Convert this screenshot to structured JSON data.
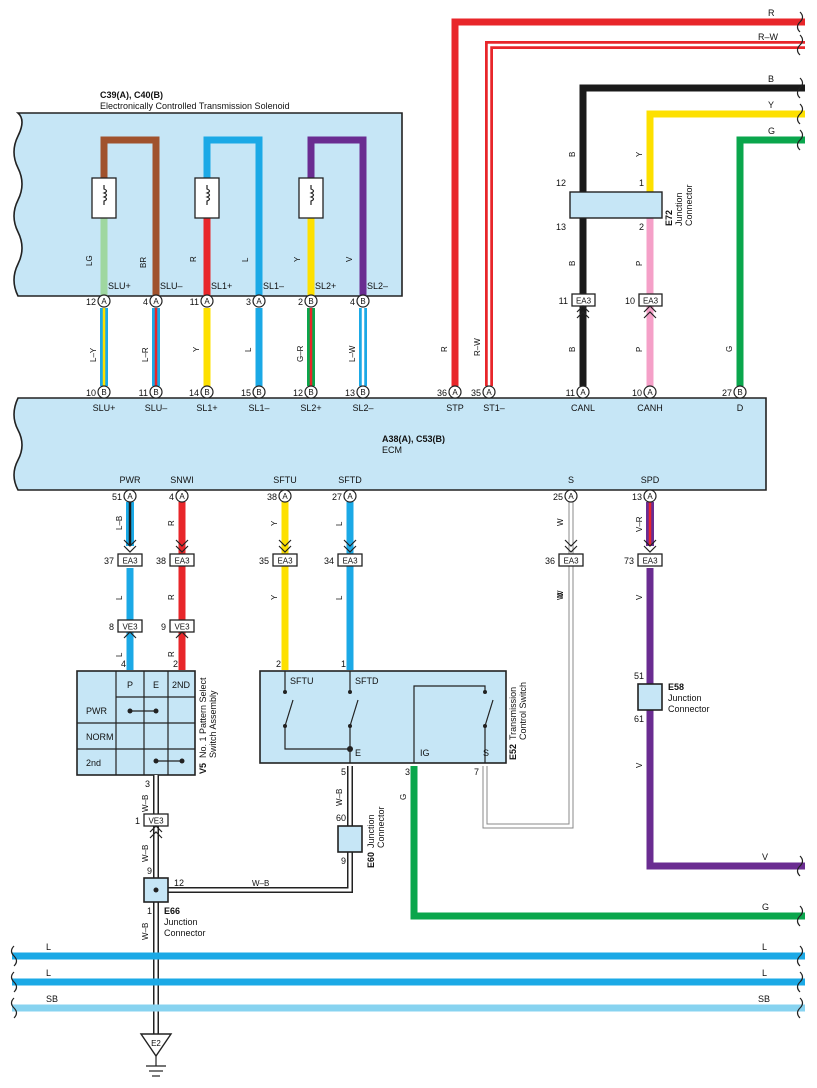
{
  "colors": {
    "R": "#e8262a",
    "W": "#ffffff",
    "B": "#1a1a1a",
    "Y": "#fde000",
    "G": "#0aa64c",
    "P": "#f5a0c8",
    "L": "#1ba9e6",
    "LG": "#9fd7a0",
    "BR": "#a0522d",
    "V": "#6a2c91",
    "SB": "#87d3f0",
    "box": "#c6e6f6"
  },
  "solenoid": {
    "code": "C39(A), C40(B)",
    "name": "Electronically Controlled Transmission Solenoid",
    "pins": [
      {
        "num": "12",
        "conn": "A",
        "name": "SLU+",
        "wire_inside": "LG",
        "wire_out": "L–Y"
      },
      {
        "num": "4",
        "conn": "A",
        "name": "SLU–",
        "wire_inside": "BR",
        "wire_out": "L–R"
      },
      {
        "num": "11",
        "conn": "A",
        "name": "SL1+",
        "wire_inside": "R",
        "wire_out": "Y"
      },
      {
        "num": "3",
        "conn": "A",
        "name": "SL1–",
        "wire_inside": "L",
        "wire_out": "L"
      },
      {
        "num": "2",
        "conn": "B",
        "name": "SL2+",
        "wire_inside": "Y",
        "wire_out": "G–R"
      },
      {
        "num": "4",
        "conn": "B",
        "name": "SL2–",
        "wire_inside": "V",
        "wire_out": "L–W"
      }
    ]
  },
  "ecm": {
    "code": "A38(A), C53(B)",
    "name": "ECM",
    "top_pins": [
      {
        "num": "10",
        "conn": "B",
        "name": "SLU+"
      },
      {
        "num": "11",
        "conn": "B",
        "name": "SLU–"
      },
      {
        "num": "14",
        "conn": "B",
        "name": "SL1+"
      },
      {
        "num": "15",
        "conn": "B",
        "name": "SL1–"
      },
      {
        "num": "12",
        "conn": "B",
        "name": "SL2+"
      },
      {
        "num": "13",
        "conn": "B",
        "name": "SL2–"
      },
      {
        "num": "36",
        "conn": "A",
        "name": "STP"
      },
      {
        "num": "35",
        "conn": "A",
        "name": "ST1–"
      },
      {
        "num": "11",
        "conn": "A",
        "name": "CANL"
      },
      {
        "num": "10",
        "conn": "A",
        "name": "CANH"
      },
      {
        "num": "27",
        "conn": "B",
        "name": "D"
      }
    ],
    "bottom_pins": [
      {
        "num": "51",
        "conn": "A",
        "name": "PWR"
      },
      {
        "num": "4",
        "conn": "A",
        "name": "SNWI"
      },
      {
        "num": "38",
        "conn": "A",
        "name": "SFTU"
      },
      {
        "num": "27",
        "conn": "A",
        "name": "SFTD"
      },
      {
        "num": "25",
        "conn": "A",
        "name": "S"
      },
      {
        "num": "13",
        "conn": "A",
        "name": "SPD"
      }
    ]
  },
  "right_wires": {
    "stp": "R",
    "st1": "R–W",
    "canl": "B",
    "canh": "Y",
    "d": "G",
    "canl_below": "B",
    "canh_below": "P"
  },
  "e72": {
    "code": "E72",
    "name1": "Junction",
    "name2": "Connector",
    "pin_tl": "12",
    "pin_tr": "1",
    "pin_bl": "13",
    "pin_br": "2"
  },
  "ea3_top": [
    {
      "num": "11",
      "label": "EA3"
    },
    {
      "num": "10",
      "label": "EA3"
    }
  ],
  "ea3_bottom": [
    {
      "num": "37",
      "label": "EA3",
      "wire_in": "L–B",
      "wire_out": "L"
    },
    {
      "num": "38",
      "label": "EA3",
      "wire_in": "R",
      "wire_out": "R"
    },
    {
      "num": "35",
      "label": "EA3",
      "wire_in": "Y",
      "wire_out": "Y"
    },
    {
      "num": "34",
      "label": "EA3",
      "wire_in": "L",
      "wire_out": "L"
    },
    {
      "num": "36",
      "label": "EA3",
      "wire_in": "W",
      "wire_out": "W"
    },
    {
      "num": "73",
      "label": "EA3",
      "wire_in": "V–R",
      "wire_out": "V"
    }
  ],
  "ve3": [
    {
      "num": "8",
      "label": "VE3",
      "wire_out": "L",
      "pin": "4"
    },
    {
      "num": "9",
      "label": "VE3",
      "wire_out": "R",
      "pin": "2"
    }
  ],
  "v5": {
    "code": "V5",
    "name1": "No. 1 Pattern Select",
    "name2": "Switch Assembly",
    "cols": [
      "P",
      "E",
      "2ND"
    ],
    "rows": [
      "PWR",
      "NORM",
      "2nd"
    ],
    "pin_bottom": "3"
  },
  "e52": {
    "code": "E52",
    "name1": "Transmission",
    "name2": "Control Switch",
    "pins_top": [
      {
        "num": "2",
        "name": "SFTU"
      },
      {
        "num": "1",
        "name": "SFTD"
      }
    ],
    "labels": {
      "e": "E",
      "ig": "IG",
      "s": "S"
    },
    "pins_bottom": [
      {
        "num": "5"
      },
      {
        "num": "3"
      },
      {
        "num": "7"
      }
    ]
  },
  "e60": {
    "code": "E60",
    "name1": "Junction",
    "name2": "Connector",
    "pin_top": "60",
    "pin_bottom": "9"
  },
  "e66": {
    "code": "E66",
    "name1": "Junction",
    "name2": "Connector",
    "pin_top": "9",
    "pin_right": "12",
    "pin_bottom": "1"
  },
  "e58": {
    "code": "E58",
    "name1": "Junction",
    "name2": "Connector",
    "pin_top": "51",
    "pin_bottom": "61"
  },
  "ve3_lower": {
    "num": "1",
    "label": "VE3"
  },
  "wire_labels": {
    "wb": "W–B",
    "g": "G",
    "v": "V",
    "v_right": "V",
    "g_right": "G",
    "w": "W",
    "y": "Y",
    "l": "L",
    "r": "R",
    "p": "P",
    "b": "B"
  },
  "buses": [
    {
      "label": "L",
      "color": "L"
    },
    {
      "label": "L",
      "color": "L"
    },
    {
      "label": "SB",
      "color": "SB"
    }
  ],
  "ground": {
    "label": "E2"
  },
  "edge_labels": {
    "r": "R",
    "rw": "R–W",
    "b": "B",
    "y": "Y",
    "g": "G"
  }
}
